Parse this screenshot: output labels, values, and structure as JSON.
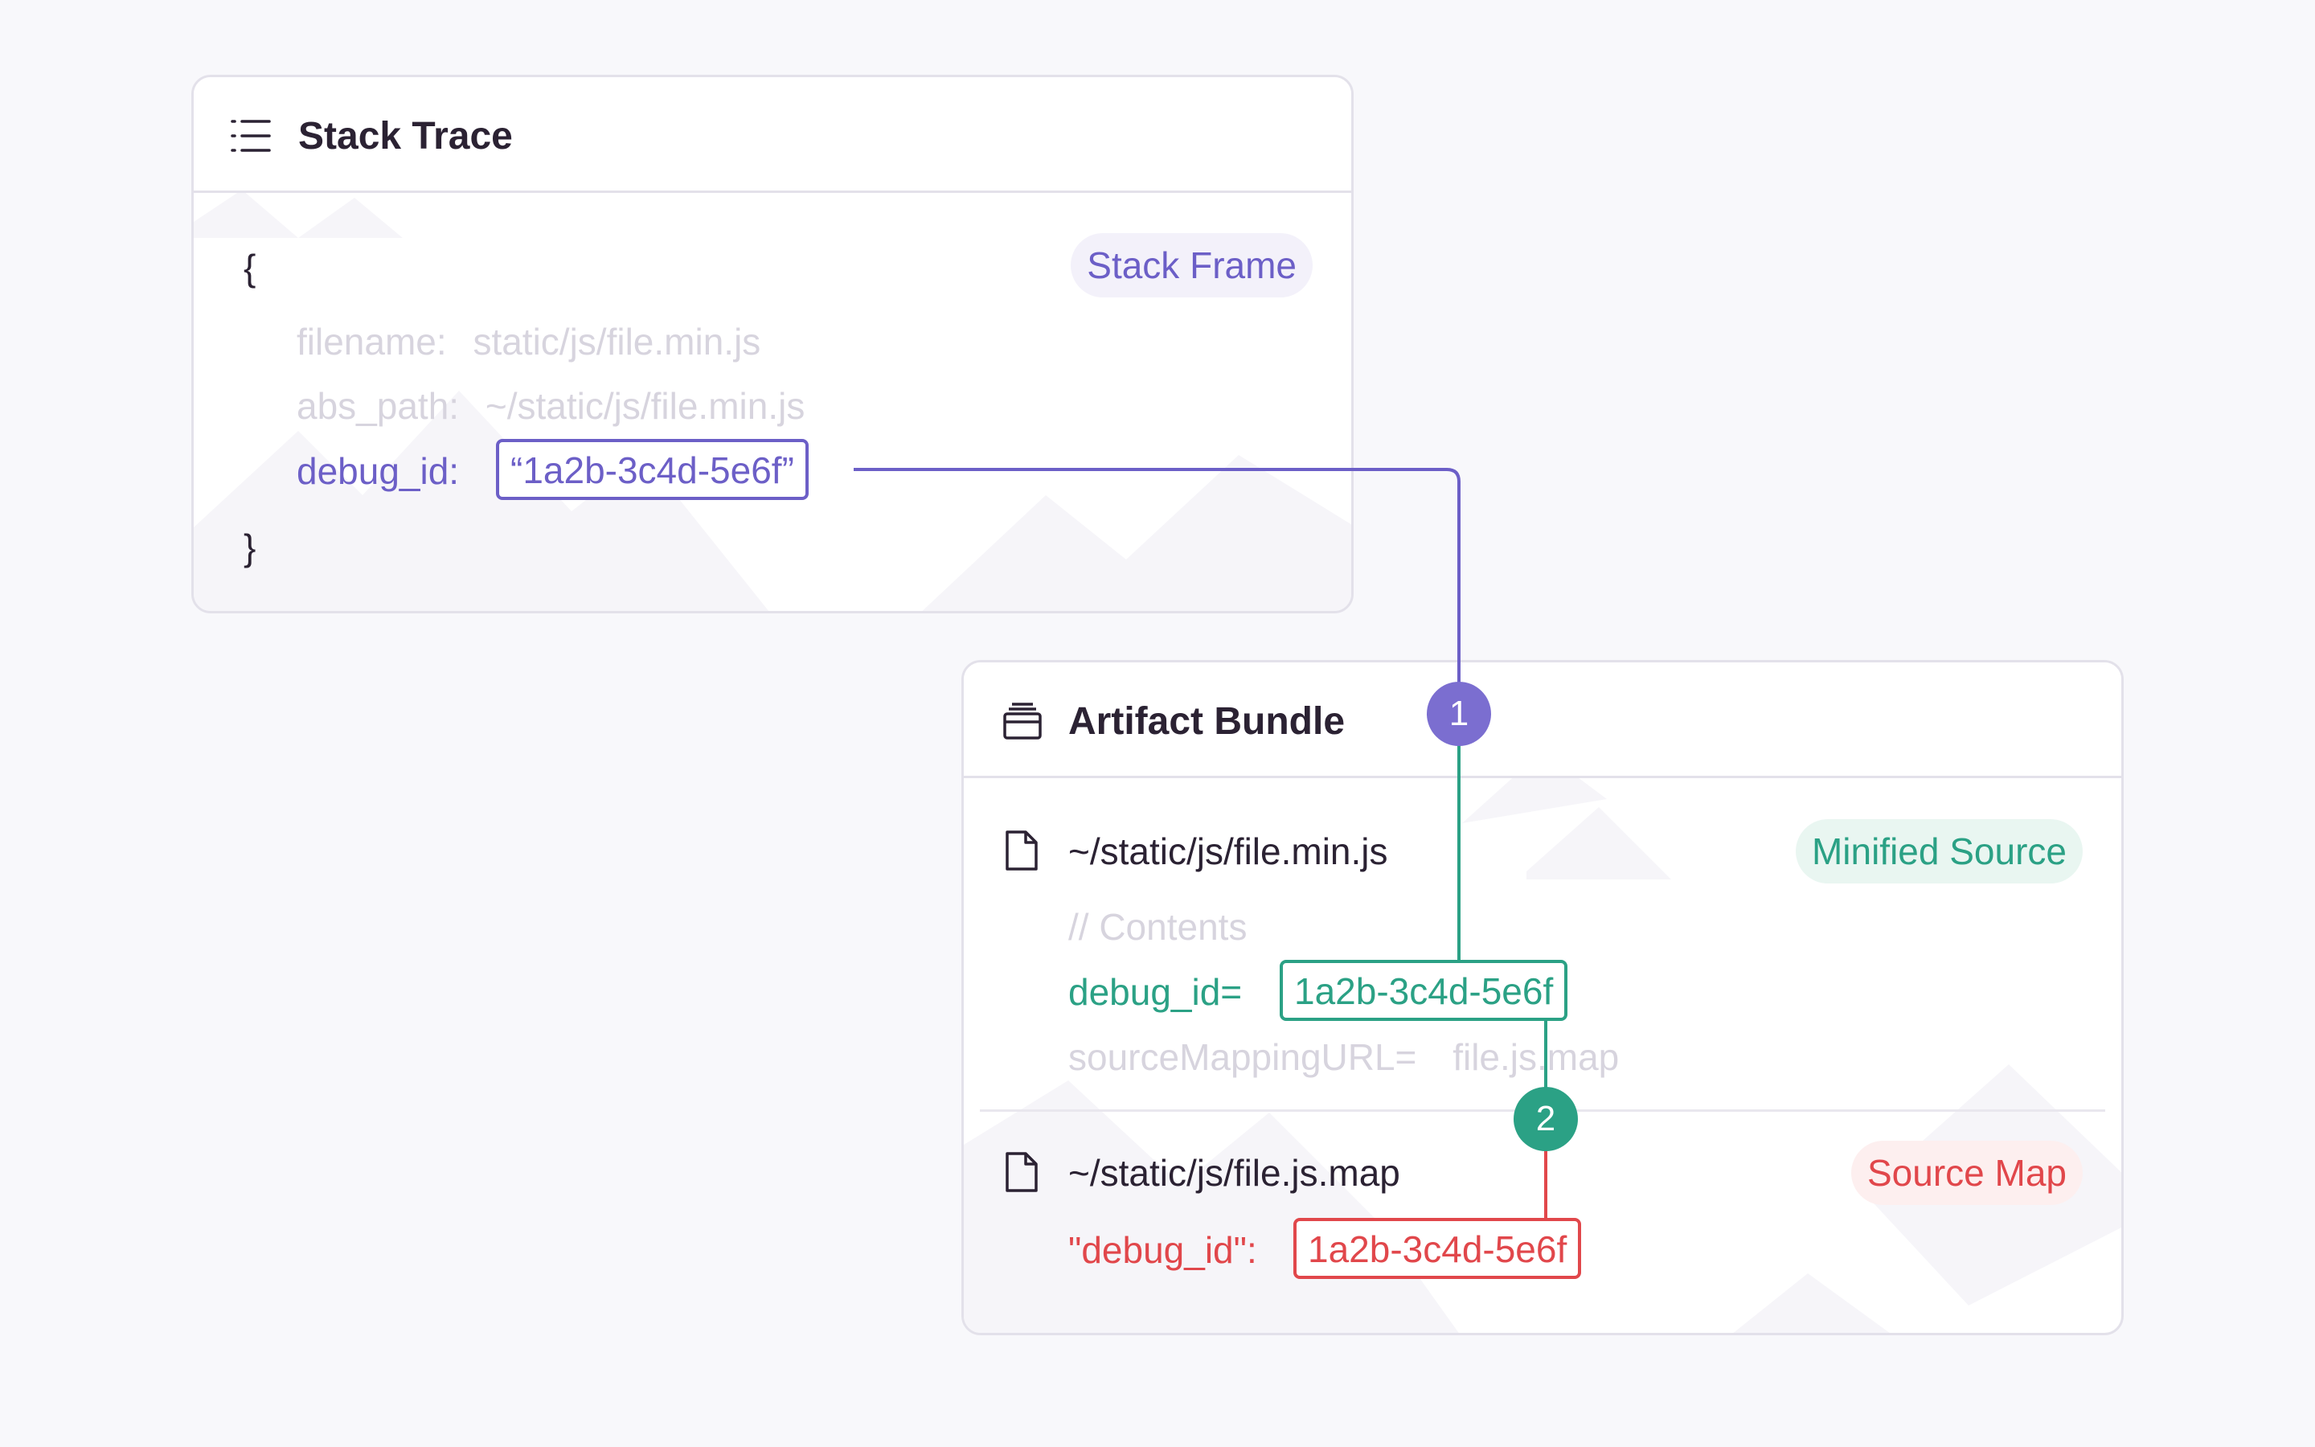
{
  "stack_trace": {
    "title": "Stack Trace",
    "icon": "list-icon",
    "tag": "Stack Frame",
    "open_brace": "{",
    "close_brace": "}",
    "filename_label": "filename:",
    "filename_value": "static/js/file.min.js",
    "abs_path_label": "abs_path:",
    "abs_path_value": "~/static/js/file.min.js",
    "debug_id_label": "debug_id:",
    "debug_id_value": "“1a2b-3c4d-5e6f”"
  },
  "artifact_bundle": {
    "title": "Artifact Bundle",
    "icon": "archive-box-icon",
    "minified": {
      "icon": "file-icon",
      "path": "~/static/js/file.min.js",
      "tag": "Minified Source",
      "comment": "// Contents",
      "debug_id_label": "debug_id=",
      "debug_id_value": "1a2b-3c4d-5e6f",
      "source_mapping_label": "sourceMappingURL=",
      "source_mapping_value": "file.js.map"
    },
    "source_map": {
      "icon": "file-icon",
      "path": "~/static/js/file.js.map",
      "tag": "Source Map",
      "debug_id_label": "\"debug_id\":",
      "debug_id_value": "1a2b-3c4d-5e6f"
    }
  },
  "steps": {
    "one": "1",
    "two": "2"
  },
  "colors": {
    "purple": "#6c5fc7",
    "green": "#2ba185",
    "red": "#e1474b",
    "border": "#e3e1ea",
    "background": "#f8f8fb"
  }
}
